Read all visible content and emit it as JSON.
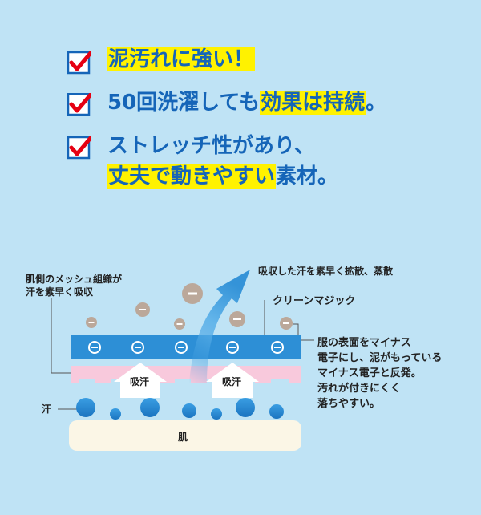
{
  "features": [
    {
      "parts": [
        {
          "text": "泥汚れに強い！",
          "hl": true
        }
      ]
    },
    {
      "parts": [
        {
          "text": "50回洗濯しても",
          "hl": false
        },
        {
          "text": "効果は持続",
          "hl": true
        },
        {
          "text": "。",
          "hl": false
        }
      ]
    },
    {
      "line1": "ストレッチ性があり、",
      "line2_hl": "丈夫で動きやすい",
      "line2_rest": "素材。"
    }
  ],
  "diagram": {
    "mesh_caption": "肌側のメッシュ組織が\n汗を素早く吸収",
    "absorb_caption": "吸収した汗を素早く拡散、蒸散",
    "layer_name": "クリーンマジック",
    "surface_caption": "服の表面をマイナス\n電子にし、泥がもっている\nマイナス電子と反発。\n汚れが付きにくく\n落ちやすい。",
    "sweat_label": "汗",
    "absorb_label": "吸汗",
    "skin_label": "肌"
  },
  "colors": {
    "accent": "#1565b8",
    "highlight": "#fff200",
    "check_red": "#e60012",
    "band_blue": "#2d8fd6",
    "pink": "#f8c9dc"
  }
}
